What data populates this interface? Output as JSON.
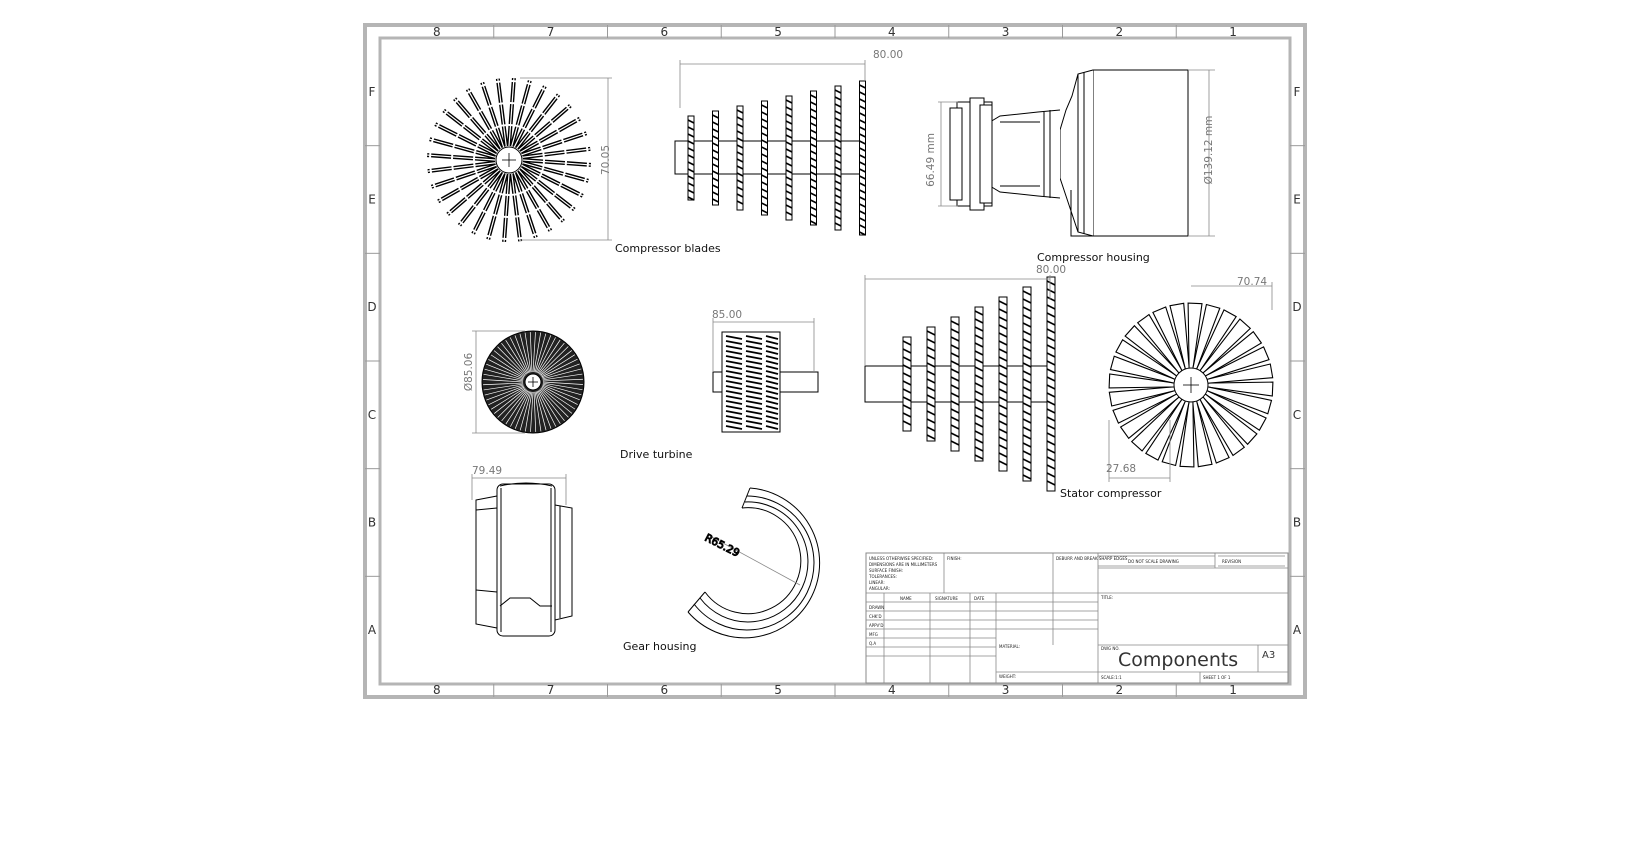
{
  "sheet": {
    "column_labels": [
      "8",
      "7",
      "6",
      "5",
      "4",
      "3",
      "2",
      "1"
    ],
    "row_labels": [
      "F",
      "E",
      "D",
      "C",
      "B",
      "A"
    ]
  },
  "views": {
    "compressor_blades": {
      "caption": "Compressor blades",
      "dim_diameter": "70.05",
      "dim_length": "80.00"
    },
    "compressor_housing": {
      "caption": "Compressor housing",
      "dim_inner": "66.49 mm",
      "dim_outer": "Ø139.12 mm"
    },
    "drive_turbine": {
      "caption": "Drive turbine",
      "dim_diameter": "Ø85.06",
      "dim_length": "85.00"
    },
    "stator_compressor": {
      "caption": "Stator compressor",
      "dim_length": "80.00",
      "dim_diameter": "70.74",
      "dim_hub": "27.68"
    },
    "gear_housing": {
      "caption": "Gear housing",
      "dim_width": "79.49",
      "dim_radius": "R65.29"
    }
  },
  "title_block": {
    "title": "Components",
    "size": "A3",
    "notes": [
      "UNLESS OTHERWISE SPECIFIED:",
      "DIMENSIONS ARE IN MILLIMETERS",
      "SURFACE FINISH:",
      "TOLERANCES:",
      "LINEAR:",
      "ANGULAR:"
    ],
    "finish_label": "FINISH:",
    "deburr_label": "DEBURR AND BREAK SHARP EDGES",
    "do_not_scale": "DO NOT SCALE DRAWING",
    "revision_label": "REVISION",
    "col_headers": [
      "NAME",
      "SIGNATURE",
      "DATE"
    ],
    "row_labels": [
      "DRAWN",
      "CHK'D",
      "APPV'D",
      "MFG",
      "Q.A"
    ],
    "material_label": "MATERIAL:",
    "weight_label": "WEIGHT:",
    "title_label": "TITLE:",
    "dwg_label": "DWG NO.",
    "scale_label": "SCALE:1:1",
    "sheet_label": "SHEET 1 OF 1"
  }
}
